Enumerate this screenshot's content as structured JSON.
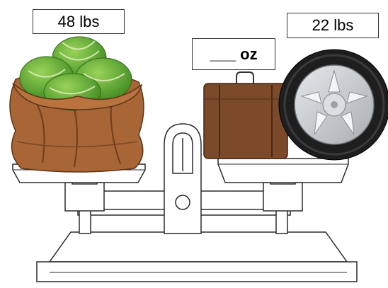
{
  "labels": {
    "left_weight": "48 lbs",
    "right_weight": "22 lbs",
    "unknown_weight": "___ oz"
  },
  "objects": {
    "left_pan": "sack of watermelons",
    "right_pan": [
      "suitcase",
      "tire"
    ]
  },
  "colors": {
    "watermelon_green": "#4f9a2a",
    "sack_brown": "#9a5d2f",
    "suitcase_brown": "#7a4a2a",
    "tire_black": "#1e1e1e",
    "rim_silver": "#c9cccf",
    "scale_white": "#ffffff",
    "outline": "#2b2b2b"
  }
}
